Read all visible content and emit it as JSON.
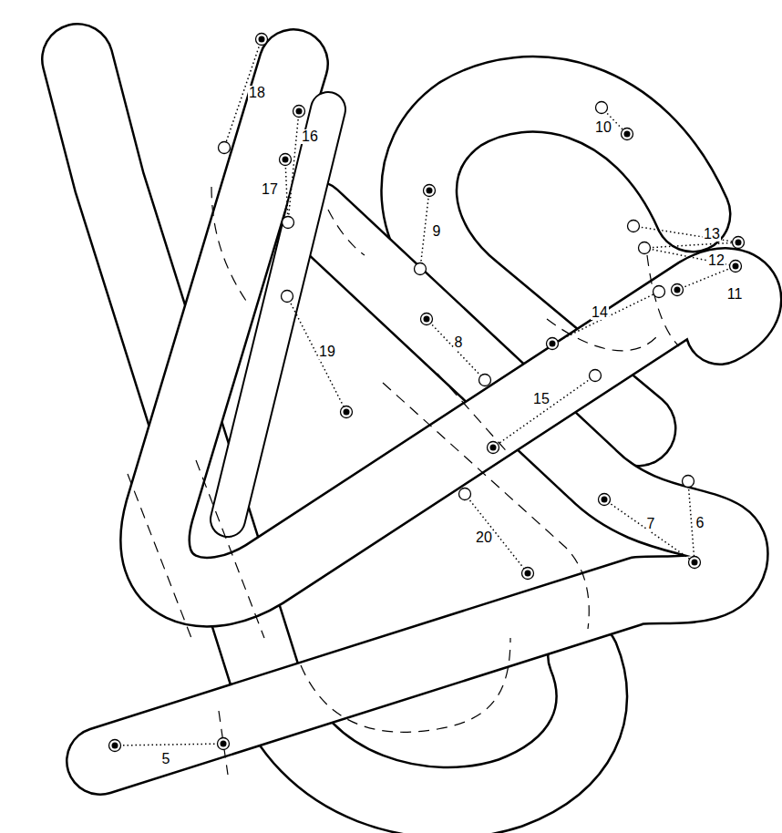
{
  "diagram": {
    "labels": [
      "18",
      "16",
      "17",
      "10",
      "9",
      "13",
      "12",
      "11",
      "14",
      "8",
      "19",
      "15",
      "7",
      "6",
      "20",
      "5"
    ]
  }
}
